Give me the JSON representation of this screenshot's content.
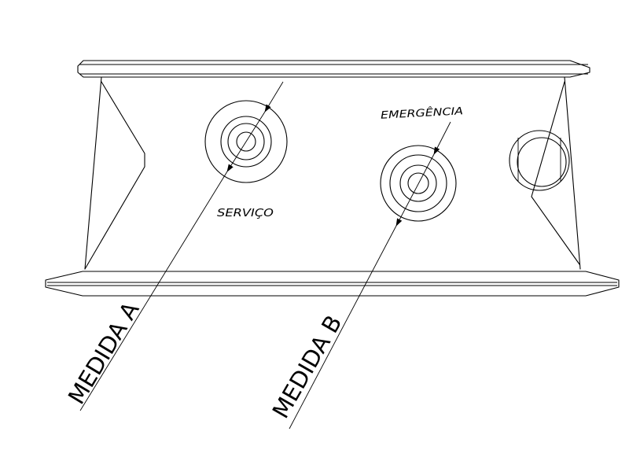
{
  "labels": {
    "servico": "SERVIÇO",
    "emergencia": "EMERGÊNCIA",
    "medida_a": "MEDIDA A",
    "medida_b": "MEDIDA B"
  },
  "icons": {
    "arrowhead": "filled-arrow-icon"
  }
}
